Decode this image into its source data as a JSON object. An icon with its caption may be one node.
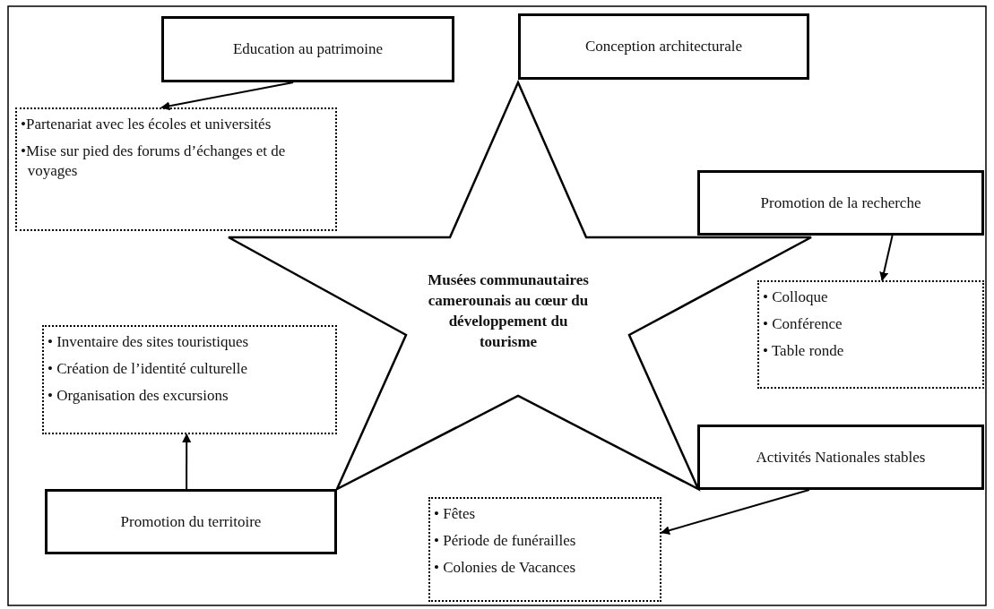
{
  "diagram": {
    "nodes": [
      {
        "text": [
          "Education au patrimoine"
        ]
      },
      {
        "text": [
          "•Partenariat avec les écoles et universités",
          "•Mise sur pied des forums d’échanges et de voyages"
        ]
      },
      {
        "text": [
          "Conception architecturale"
        ]
      },
      {
        "text": [
          "Promotion de la recherche"
        ]
      },
      {
        "text": [
          "Musées communautaires camerounais au cœur du développement du tourisme"
        ]
      },
      {
        "text": [
          "• Colloque",
          "• Conférence",
          "• Table ronde"
        ]
      },
      {
        "text": [
          "• Inventaire des sites touristiques",
          "• Création de l’identité culturelle",
          "• Organisation des excursions"
        ]
      },
      {
        "text": [
          "Promotion du territoire"
        ]
      },
      {
        "text": [
          "Activités Nationales stables"
        ]
      },
      {
        "text": [
          "• Fêtes",
          "• Période de funérailles",
          "• Colonies de Vacances"
        ]
      }
    ],
    "edges": [
      {
        "from": 0,
        "to": 1,
        "arrow": "to"
      },
      {
        "from": 3,
        "to": 5,
        "arrow": "to"
      },
      {
        "from": 7,
        "to": 6,
        "arrow": "to"
      },
      {
        "from": 8,
        "to": 9,
        "arrow": "to"
      }
    ]
  }
}
